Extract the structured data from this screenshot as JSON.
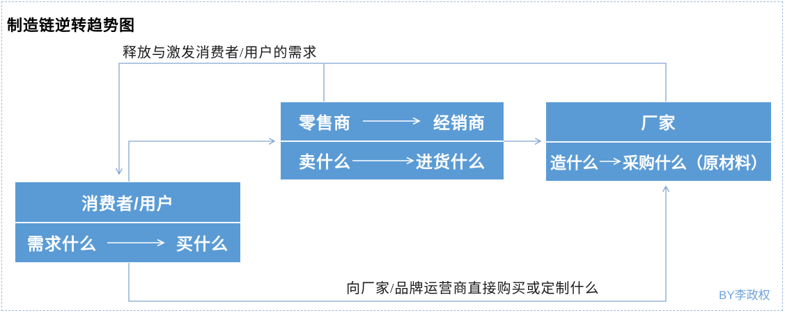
{
  "title": "制造链逆转趋势图",
  "labels": {
    "top": "释放与激发消费者/用户的需求",
    "bottom": "向厂家/品牌运营商直接购买或定制什么"
  },
  "credit": "BY李政权",
  "colors": {
    "box_fill": "#5b9bd5",
    "box_text": "#ffffff",
    "connector_line": "#7fa4d2",
    "page_border_dash": "#9cb8dc",
    "credit_text": "#6fa3dc",
    "title_text": "#000000"
  },
  "boxes": {
    "consumer": {
      "title": "消费者/用户",
      "row2_left": "需求什么",
      "row2_right": "买什么"
    },
    "retailer": {
      "row1_left": "零售商",
      "row1_right": "经销商",
      "row2_left": "卖什么",
      "row2_right": "进货什么"
    },
    "factory": {
      "title": "厂家",
      "row2_left": "造什么",
      "row2_right": "采购什么（原材料）"
    }
  }
}
